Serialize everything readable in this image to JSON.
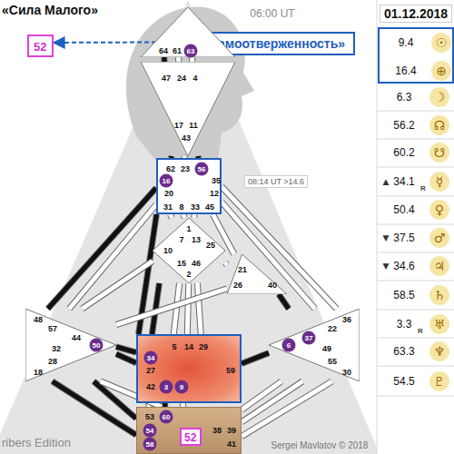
{
  "diagram": {
    "title": "«Сила Малого»",
    "nodes": [
      {
        "text": [
          "52"
        ]
      },
      {
        "text": [
          "«Самоотверженность»"
        ]
      },
      {
        "text": [
          "9.4",
          "☉",
          "16.4",
          "⊕"
        ]
      },
      {
        "text": [
          "64",
          "61",
          "63"
        ]
      },
      {
        "text": [
          "47",
          "24",
          "4",
          "17",
          "11",
          "43"
        ]
      },
      {
        "text": [
          "62",
          "23",
          "56",
          "16",
          "35",
          "20",
          "12",
          "31",
          "8",
          "33",
          "45"
        ]
      },
      {
        "text": [
          "1",
          "7",
          "13",
          "10",
          "25",
          "15",
          "46",
          "2"
        ]
      },
      {
        "text": [
          "21",
          "26",
          "40"
        ]
      },
      {
        "text": [
          "48",
          "57",
          "44",
          "32",
          "50",
          "28",
          "18"
        ]
      },
      {
        "text": [
          "36",
          "22",
          "37",
          "6",
          "49",
          "55",
          "30"
        ]
      },
      {
        "text": [
          "5",
          "14",
          "29",
          "34",
          "27",
          "59",
          "42",
          "3",
          "9"
        ]
      },
      {
        "text": [
          "53",
          "60",
          "54",
          "38",
          "39",
          "58",
          "41"
        ]
      },
      {
        "text": [
          "52"
        ],
        "in": 11
      }
    ],
    "edges": [
      {
        "from": 1,
        "to": 0,
        "arrow": "to"
      },
      {
        "from": 3,
        "to": 4,
        "arrow": "none"
      },
      {
        "from": 3,
        "to": 4,
        "arrow": "none"
      },
      {
        "from": 3,
        "to": 4,
        "arrow": "none"
      },
      {
        "from": 4,
        "to": 5,
        "arrow": "none"
      },
      {
        "from": 4,
        "to": 5,
        "arrow": "none"
      },
      {
        "from": 4,
        "to": 5,
        "arrow": "none"
      },
      {
        "from": 5,
        "to": 6,
        "arrow": "none"
      },
      {
        "from": 5,
        "to": 6,
        "arrow": "none"
      },
      {
        "from": 5,
        "to": 6,
        "arrow": "none"
      },
      {
        "from": 5,
        "to": 8,
        "arrow": "none"
      },
      {
        "from": 5,
        "to": 8,
        "arrow": "none"
      },
      {
        "from": 5,
        "to": 7,
        "arrow": "none"
      },
      {
        "from": 5,
        "to": 9,
        "arrow": "none"
      },
      {
        "from": 5,
        "to": 9,
        "arrow": "none"
      },
      {
        "from": 5,
        "to": 10,
        "arrow": "none"
      },
      {
        "from": 6,
        "to": 7,
        "arrow": "none"
      },
      {
        "from": 6,
        "to": 8,
        "arrow": "none"
      },
      {
        "from": 6,
        "to": 10,
        "arrow": "none"
      },
      {
        "from": 6,
        "to": 10,
        "arrow": "none"
      },
      {
        "from": 6,
        "to": 10,
        "arrow": "none"
      },
      {
        "from": 6,
        "to": 10,
        "arrow": "none"
      },
      {
        "from": 7,
        "to": 8,
        "arrow": "none"
      },
      {
        "from": 7,
        "to": 9,
        "arrow": "none"
      },
      {
        "from": 8,
        "to": 10,
        "arrow": "none"
      },
      {
        "from": 8,
        "to": 10,
        "arrow": "none"
      },
      {
        "from": 9,
        "to": 10,
        "arrow": "none"
      },
      {
        "from": 10,
        "to": 11,
        "arrow": "none"
      },
      {
        "from": 10,
        "to": 11,
        "arrow": "none"
      },
      {
        "from": 10,
        "to": 11,
        "arrow": "none"
      },
      {
        "from": 8,
        "to": 11,
        "arrow": "none"
      },
      {
        "from": 8,
        "to": 11,
        "arrow": "none"
      },
      {
        "from": 8,
        "to": 11,
        "arrow": "none"
      },
      {
        "from": 9,
        "to": 11,
        "arrow": "none"
      },
      {
        "from": 9,
        "to": 11,
        "arrow": "none"
      },
      {
        "from": 9,
        "to": 11,
        "arrow": "none"
      }
    ],
    "labels": [
      "06:00 UT",
      "01.12.2018",
      "6.3",
      "☽",
      "56.2",
      "☊",
      "60.2",
      "☋",
      "08:14 UT >14.6",
      "▲",
      "34.1",
      "R",
      "☿",
      "50.4",
      "♀",
      "▼",
      "37.5",
      "♂",
      "▼",
      "34.6",
      "♃",
      "58.5",
      "♄",
      "3.3",
      "R",
      "♅",
      "63.3",
      "♆",
      "54.5",
      "♇",
      "ribers Edition",
      "Sergei Mavlatov © 2018"
    ]
  }
}
